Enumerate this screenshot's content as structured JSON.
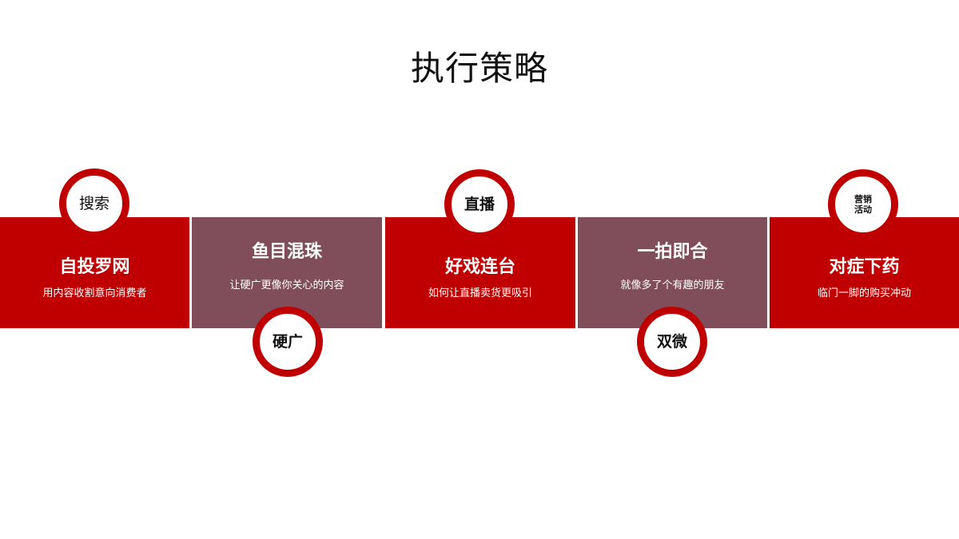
{
  "title": "执行策略",
  "colors": {
    "red": "#c00000",
    "purple": "#7f4e5a",
    "white": "#ffffff"
  },
  "steps": [
    {
      "heading": "自投罗网",
      "sub": "用内容收割意向消费者",
      "badge": "搜索",
      "badge_position": "top",
      "color": "red"
    },
    {
      "heading": "鱼目混珠",
      "sub": "让硬广更像你关心的内容",
      "badge": "硬广",
      "badge_position": "bottom",
      "color": "purple"
    },
    {
      "heading": "好戏连台",
      "sub": "如何让直播卖货更吸引",
      "badge": "直播",
      "badge_position": "top",
      "color": "red"
    },
    {
      "heading": "一拍即合",
      "sub": "就像多了个有趣的朋友",
      "badge": "双微",
      "badge_position": "bottom",
      "color": "purple"
    },
    {
      "heading": "对症下药",
      "sub": "临门一脚的购买冲动",
      "badge": "营销活动",
      "badge_position": "top",
      "color": "red"
    }
  ]
}
